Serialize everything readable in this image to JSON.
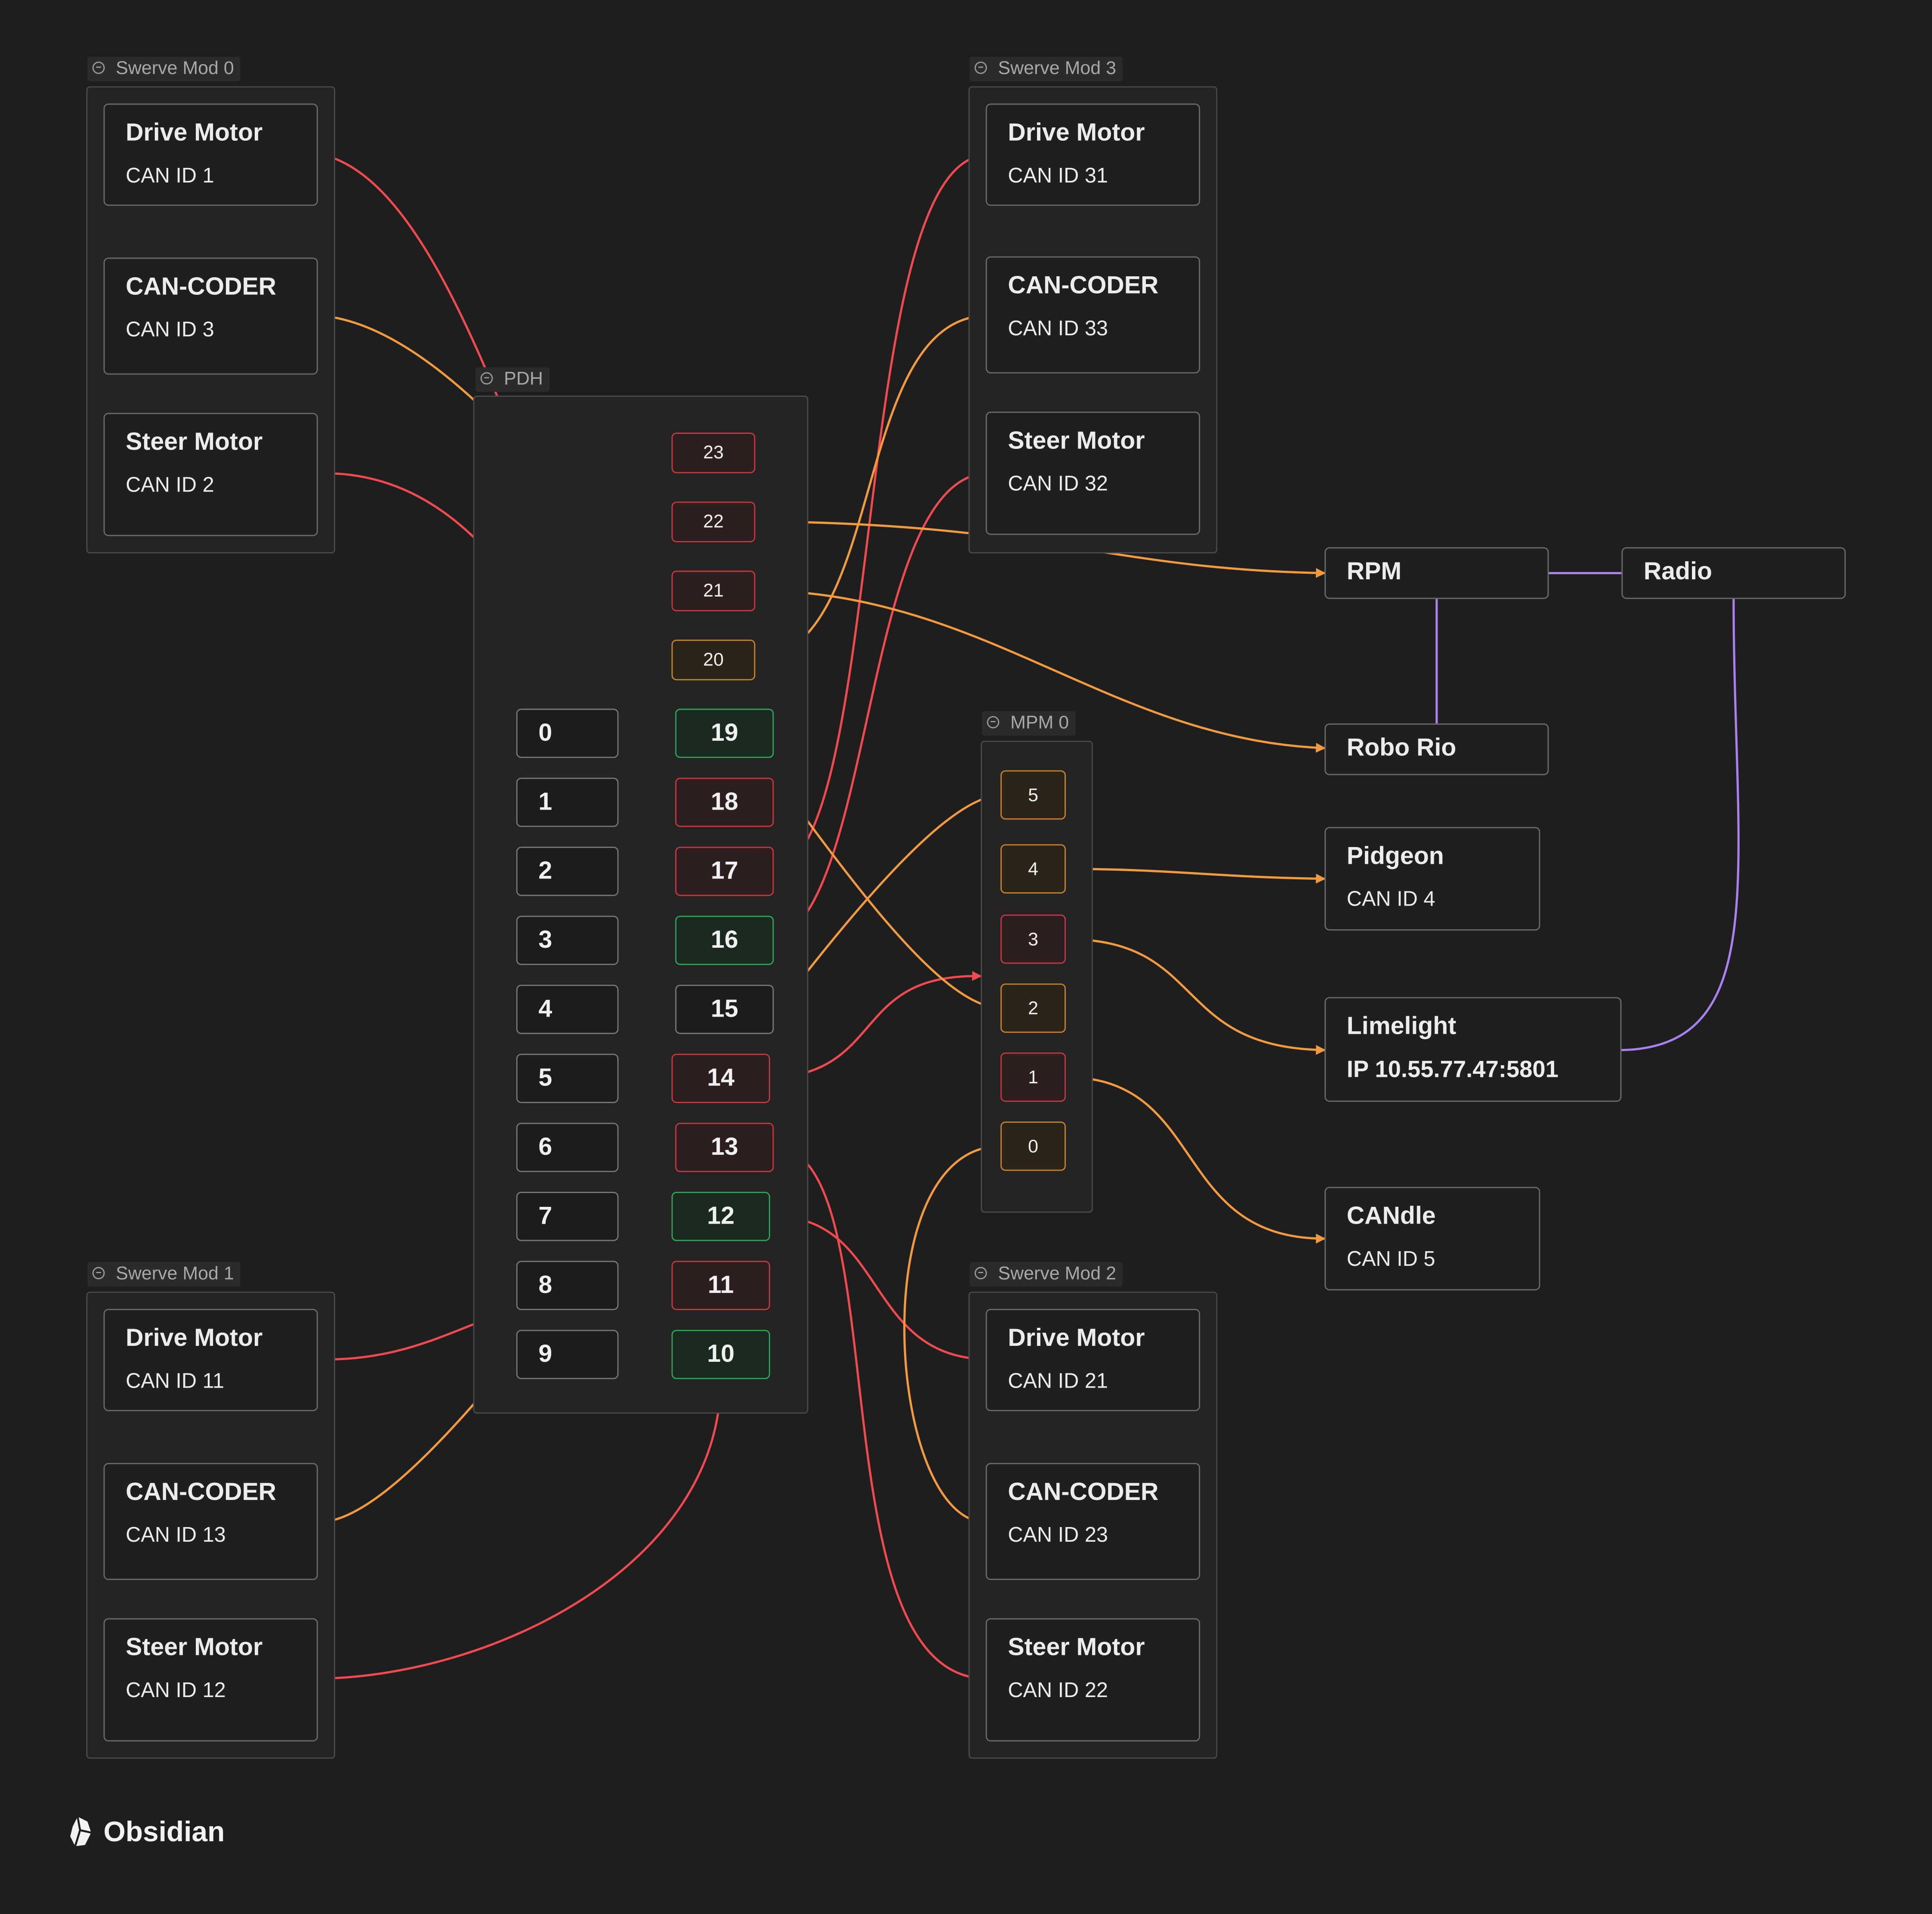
{
  "colors": {
    "background": "#1e1e1e",
    "power_wire": "#ef4a4f",
    "signal_wire": "#f19a3e",
    "network_wire": "#a882f0",
    "port_red": "#c8383f",
    "port_orange": "#c98228",
    "port_green": "#2fa657"
  },
  "groups": {
    "swerve0": {
      "label": "Swerve Mod 0",
      "drive": {
        "title": "Drive Motor",
        "sub": "CAN ID 1"
      },
      "coder": {
        "title": "CAN-CODER",
        "sub": "CAN ID 3"
      },
      "steer": {
        "title": "Steer Motor",
        "sub": "CAN ID 2"
      }
    },
    "swerve3": {
      "label": "Swerve Mod 3",
      "drive": {
        "title": "Drive Motor",
        "sub": "CAN ID 31"
      },
      "coder": {
        "title": "CAN-CODER",
        "sub": "CAN ID 33"
      },
      "steer": {
        "title": "Steer Motor",
        "sub": "CAN ID 32"
      }
    },
    "swerve1": {
      "label": "Swerve Mod 1",
      "drive": {
        "title": "Drive Motor",
        "sub": "CAN ID 11"
      },
      "coder": {
        "title": "CAN-CODER",
        "sub": "CAN ID 13"
      },
      "steer": {
        "title": "Steer Motor",
        "sub": "CAN ID 12"
      }
    },
    "swerve2": {
      "label": "Swerve Mod 2",
      "drive": {
        "title": "Drive Motor",
        "sub": "CAN ID 21"
      },
      "coder": {
        "title": "CAN-CODER",
        "sub": "CAN ID 23"
      },
      "steer": {
        "title": "Steer Motor",
        "sub": "CAN ID 22"
      }
    },
    "pdh": {
      "label": "PDH",
      "left_ports": [
        "0",
        "1",
        "2",
        "3",
        "4",
        "5",
        "6",
        "7",
        "8",
        "9"
      ],
      "right_ports": [
        "19",
        "18",
        "17",
        "16",
        "15",
        "14",
        "13",
        "12",
        "11",
        "10"
      ],
      "top_ports": [
        "23",
        "22",
        "21",
        "20"
      ]
    },
    "mpm": {
      "label": "MPM 0",
      "ports": [
        "5",
        "4",
        "3",
        "2",
        "1",
        "0"
      ]
    }
  },
  "devices": {
    "rpm": {
      "title": "RPM"
    },
    "radio": {
      "title": "Radio"
    },
    "roborio": {
      "title": "Robo Rio"
    },
    "pidgeon": {
      "title": "Pidgeon",
      "sub": "CAN ID 4"
    },
    "limelight": {
      "title": "Limelight",
      "sub": "IP 10.55.77.47:5801"
    },
    "candle": {
      "title": "CANdle",
      "sub": "CAN ID 5"
    }
  },
  "brand": {
    "name": "Obsidian",
    "icon": "obsidian-logo-icon"
  }
}
